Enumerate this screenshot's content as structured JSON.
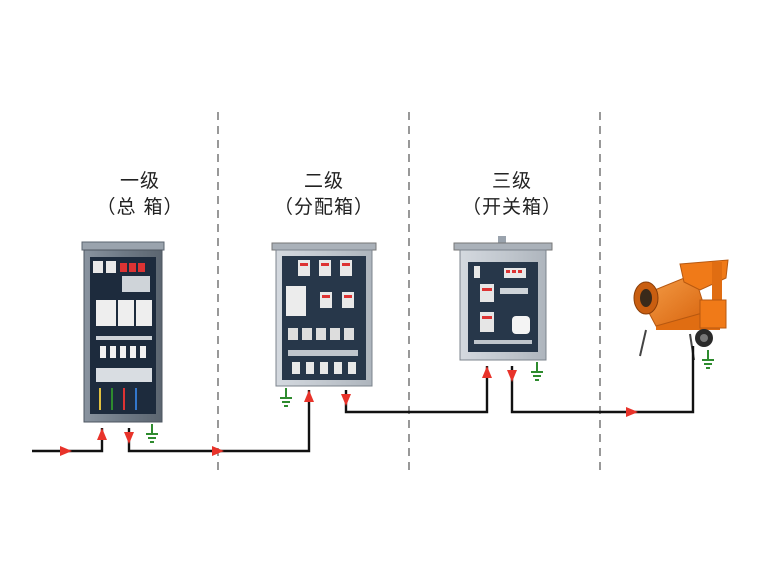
{
  "levels": [
    {
      "title": "一级",
      "subtitle": "（总  箱）",
      "equipment": "main-distribution-cabinet"
    },
    {
      "title": "二级",
      "subtitle": "（分配箱）",
      "equipment": "sub-distribution-box"
    },
    {
      "title": "三级",
      "subtitle": "（开关箱）",
      "equipment": "switch-box"
    }
  ],
  "load": {
    "equipment": "concrete-mixer"
  },
  "colors": {
    "wire": "#111111",
    "arrow": "#e8332a",
    "divider": "#555555",
    "cabinet_body": "#6f7a86",
    "cabinet_panel": "#1d2b3d",
    "box_body": "#c6ccd3",
    "ground": "#2e8b2e",
    "mixer": "#f07a18"
  },
  "icons": [
    "ground-symbol-icon",
    "flow-arrow-icon"
  ]
}
